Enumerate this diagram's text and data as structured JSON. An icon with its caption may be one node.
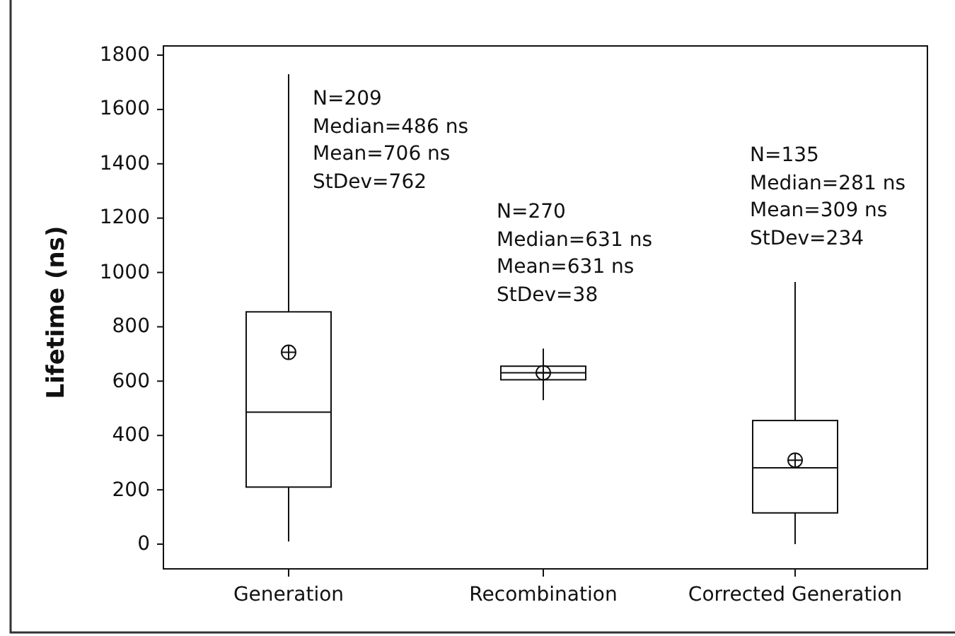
{
  "diagram": {
    "labels": [
      "Lifetime (ns)",
      "1800",
      "1600",
      "1400",
      "1200",
      "1000",
      "800",
      "600",
      "400",
      "200",
      "0",
      "N=209",
      "Median=486 ns",
      "Mean=706 ns",
      "StDev=762",
      "N=270",
      "Median=631 ns",
      "Mean=631 ns",
      "StDev=38",
      "N=135",
      "Median=281 ns",
      "Mean=309 ns",
      "StDev=234",
      "Generation",
      "Recombination",
      "Corrected Generation"
    ]
  }
}
